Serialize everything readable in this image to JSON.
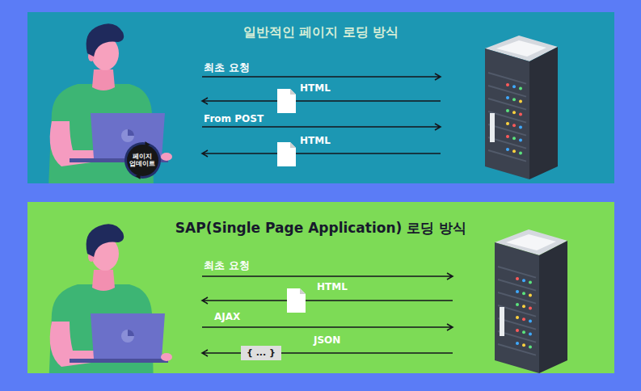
{
  "diagram": {
    "nodes": [
      {
        "text": [
          "일반적인 페이지 로딩 방식"
        ]
      },
      {
        "text": [
          "페이지 업데이트"
        ],
        "in": 0
      },
      {
        "text": [
          "SAP(Single Page Application) 로딩 방식"
        ]
      },
      {
        "text": [
          "{ ... }"
        ],
        "in": 2
      }
    ],
    "labels": [
      "최초 요청",
      "HTML",
      "From POST",
      "HTML",
      "최초 요청",
      "HTML",
      "AJAX",
      "JSON"
    ]
  }
}
